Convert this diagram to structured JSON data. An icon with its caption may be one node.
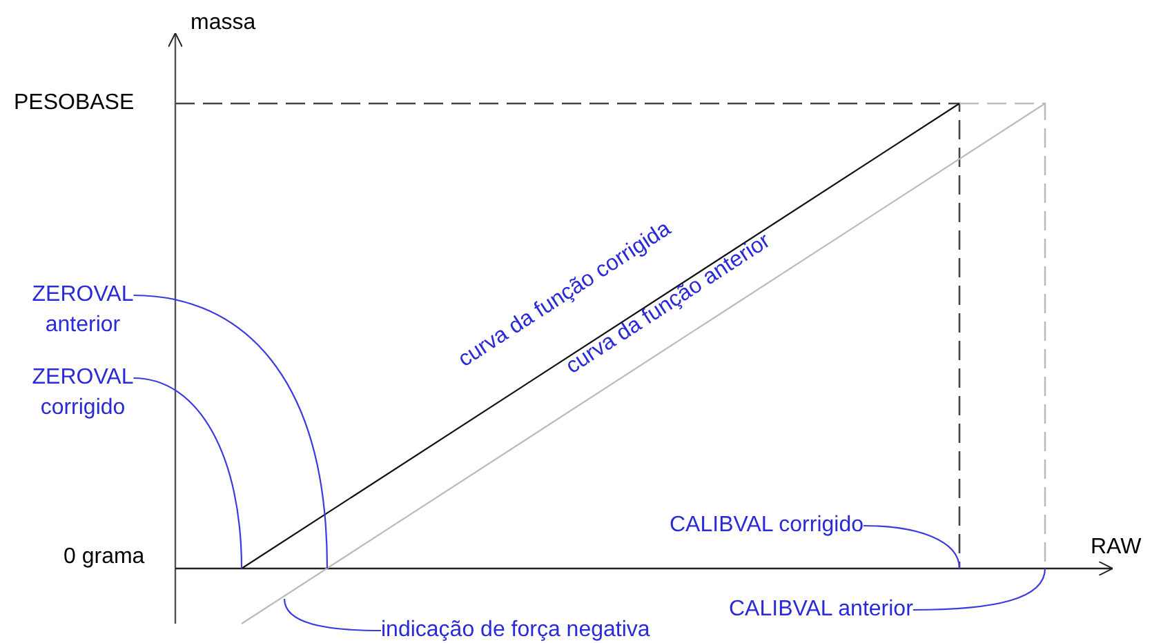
{
  "diagram": {
    "nodes": [
      {
        "text": [
          "ZEROVAL anterior"
        ]
      },
      {
        "text": [
          "ZEROVAL corrigido"
        ]
      },
      {
        "text": [
          "indicação de força negativa"
        ]
      },
      {
        "text": [
          "CALIBVAL corrigido"
        ]
      },
      {
        "text": [
          "CALIBVAL anterior"
        ]
      }
    ],
    "edges": [
      {
        "from": 0,
        "to": null,
        "arrow": "none"
      },
      {
        "from": 1,
        "to": null,
        "arrow": "none"
      },
      {
        "from": 2,
        "to": null,
        "arrow": "none"
      },
      {
        "from": 3,
        "to": null,
        "arrow": "none"
      },
      {
        "from": 4,
        "to": null,
        "arrow": "none"
      }
    ],
    "labels": [
      "massa",
      "PESOBASE",
      "0 grama",
      "RAW",
      "curva da função corrigida",
      "curva da função anterior"
    ]
  }
}
